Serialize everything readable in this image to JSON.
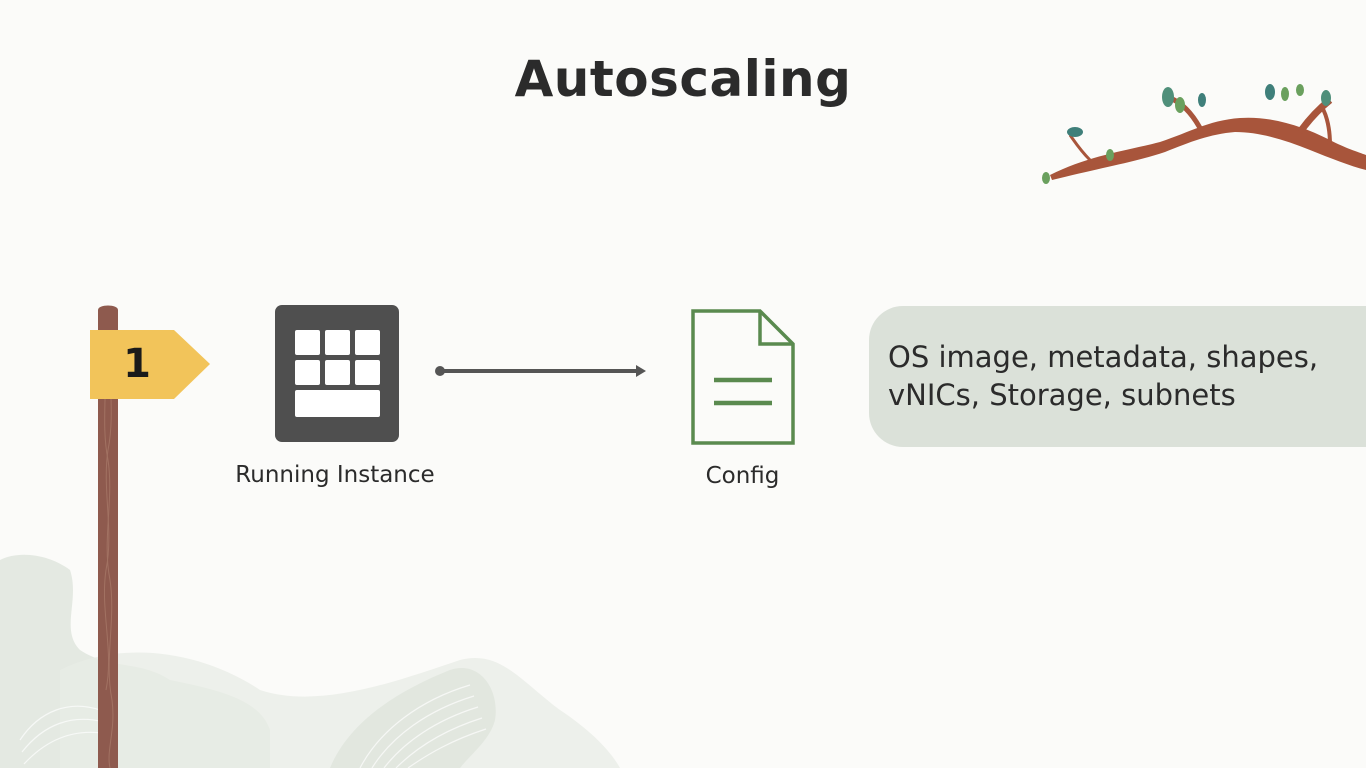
{
  "slide": {
    "title": "Autoscaling"
  },
  "step": {
    "number": "1"
  },
  "instance": {
    "label": "Running Instance",
    "icon": "compute-instance-icon"
  },
  "config": {
    "label": "Config",
    "icon": "document-icon"
  },
  "info_box": {
    "text": "OS image, metadata, shapes, vNICs, Storage, subnets"
  },
  "colors": {
    "background": "#fbfbf9",
    "title": "#2b2b2b",
    "instance_icon": "#4f4f4f",
    "config_icon": "#5a8a4f",
    "info_box": "#dbe1d9",
    "sign": "#f2c45a",
    "post": "#8e5a4e",
    "arrow": "#555555"
  }
}
